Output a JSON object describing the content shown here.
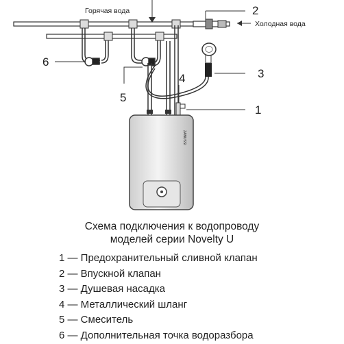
{
  "diagram": {
    "labels": {
      "hot_water": "Горячая вода",
      "cold_water": "Холодная вода",
      "n1": "1",
      "n2": "2",
      "n3": "3",
      "n4": "4",
      "n5": "5",
      "n6": "6"
    },
    "brand_text": "ZANUSSI"
  },
  "caption": {
    "line1": "Схема подключения к водопроводу",
    "line2": "моделей серии Novelty U"
  },
  "legend": [
    "1 — Предохранительный сливной клапан",
    "2 — Впускной клапан",
    "3 — Душевая насадка",
    "4 — Металлический шланг",
    "5 — Смеситель",
    "6 — Дополнительная точка водоразбора"
  ]
}
